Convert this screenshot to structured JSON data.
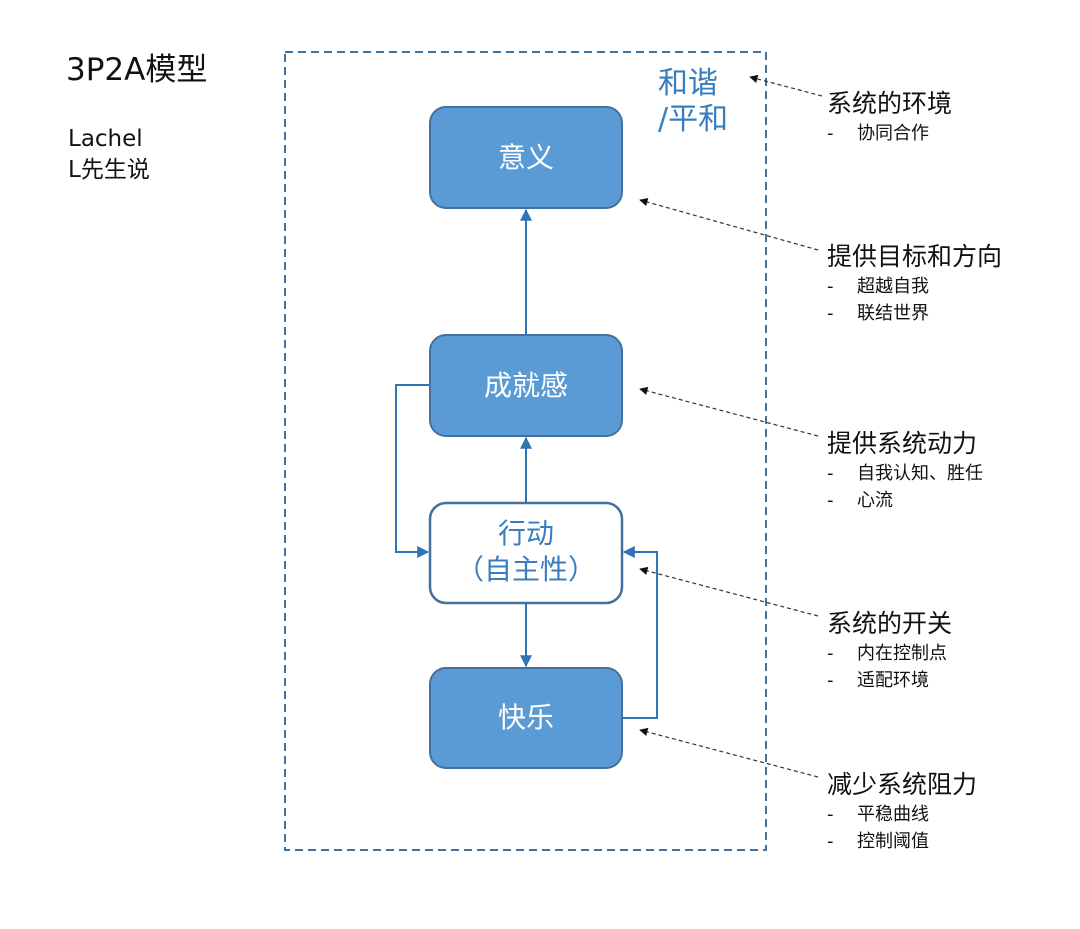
{
  "header": {
    "title": "3P2A模型",
    "author_line1": "Lachel",
    "author_line2": "L先生说"
  },
  "colors": {
    "node_fill": "#5b9bd5",
    "node_stroke": "#41719c",
    "accent_text": "#3a7dbf",
    "arrow": "#2e75b6",
    "dashed_frame": "#41719c",
    "annotation_arrow": "#333333"
  },
  "frame": {
    "label_line1": "和谐",
    "label_line2": "/平和"
  },
  "nodes": {
    "meaning": {
      "label": "意义"
    },
    "achievement": {
      "label": "成就感"
    },
    "action": {
      "label_line1": "行动",
      "label_line2": "（自主性）"
    },
    "happiness": {
      "label": "快乐"
    }
  },
  "annotations": [
    {
      "title": "系统的环境",
      "items": [
        "协同合作"
      ]
    },
    {
      "title": "提供目标和方向",
      "items": [
        "超越自我",
        "联结世界"
      ]
    },
    {
      "title": "提供系统动力",
      "items": [
        "自我认知、胜任",
        "心流"
      ]
    },
    {
      "title": "系统的开关",
      "items": [
        "内在控制点",
        "适配环境"
      ]
    },
    {
      "title": "减少系统阻力",
      "items": [
        "平稳曲线",
        "控制阈值"
      ]
    }
  ],
  "bullet": "-"
}
